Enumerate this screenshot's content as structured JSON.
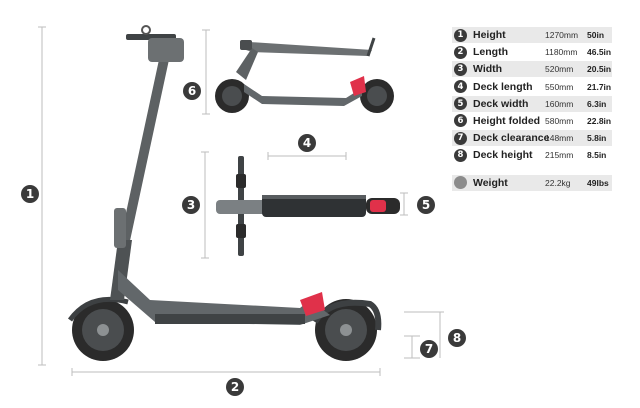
{
  "callouts": {
    "height": "1",
    "length": "2",
    "width": "3",
    "deck_length": "4",
    "deck_width": "5",
    "height_folded": "6",
    "deck_clearance": "7",
    "deck_height": "8"
  },
  "specs": [
    {
      "num": "1",
      "label": "Height",
      "mm": "1270mm",
      "in": "50in"
    },
    {
      "num": "2",
      "label": "Length",
      "mm": "1180mm",
      "in": "46.5in"
    },
    {
      "num": "3",
      "label": "Width",
      "mm": "520mm",
      "in": "20.5in"
    },
    {
      "num": "4",
      "label": "Deck length",
      "mm": "550mm",
      "in": "21.7in"
    },
    {
      "num": "5",
      "label": "Deck width",
      "mm": "160mm",
      "in": "6.3in"
    },
    {
      "num": "6",
      "label": "Height folded",
      "mm": "580mm",
      "in": "22.8in"
    },
    {
      "num": "7",
      "label": "Deck clearance",
      "mm": "148mm",
      "in": "5.8in"
    },
    {
      "num": "8",
      "label": "Deck height",
      "mm": "215mm",
      "in": "8.5in"
    }
  ],
  "weight": {
    "label": "Weight",
    "kg": "22.2kg",
    "lbs": "49lbs"
  },
  "colors": {
    "badge": "#3a3a3a",
    "frame": "#5d6163",
    "tire": "#2b2b2b",
    "accent": "#e0314a",
    "dimension_line": "#bdbdbd"
  }
}
